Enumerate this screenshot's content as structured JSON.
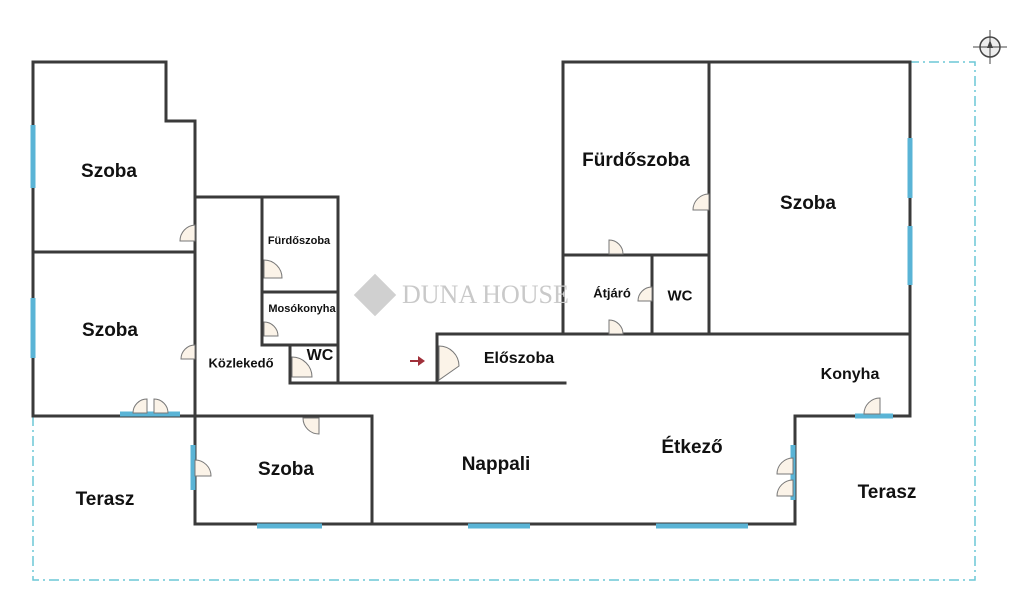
{
  "watermark": "DUNA HOUSE",
  "colors": {
    "wall": "#3a3a3a",
    "window": "#5ab4d6",
    "terrace_outline": "#6cc7d6",
    "entrance_arrow": "#a0303a"
  },
  "rooms": {
    "szoba_top_left": "Szoba",
    "szoba_mid_left": "Szoba",
    "furdoszoba_small": "Fürdőszoba",
    "mosokonyha": "Mosókonyha",
    "kozlekedo": "Közlekedő",
    "wc_left": "WC",
    "eloszoba": "Előszoba",
    "furdoszoba": "Fürdőszoba",
    "atjaro": "Átjáró",
    "wc_right": "WC",
    "szoba_right": "Szoba",
    "konyha": "Konyha",
    "etkezo": "Étkező",
    "nappali": "Nappali",
    "szoba_bottom": "Szoba",
    "terasz_left": "Terasz",
    "terasz_right": "Terasz"
  }
}
